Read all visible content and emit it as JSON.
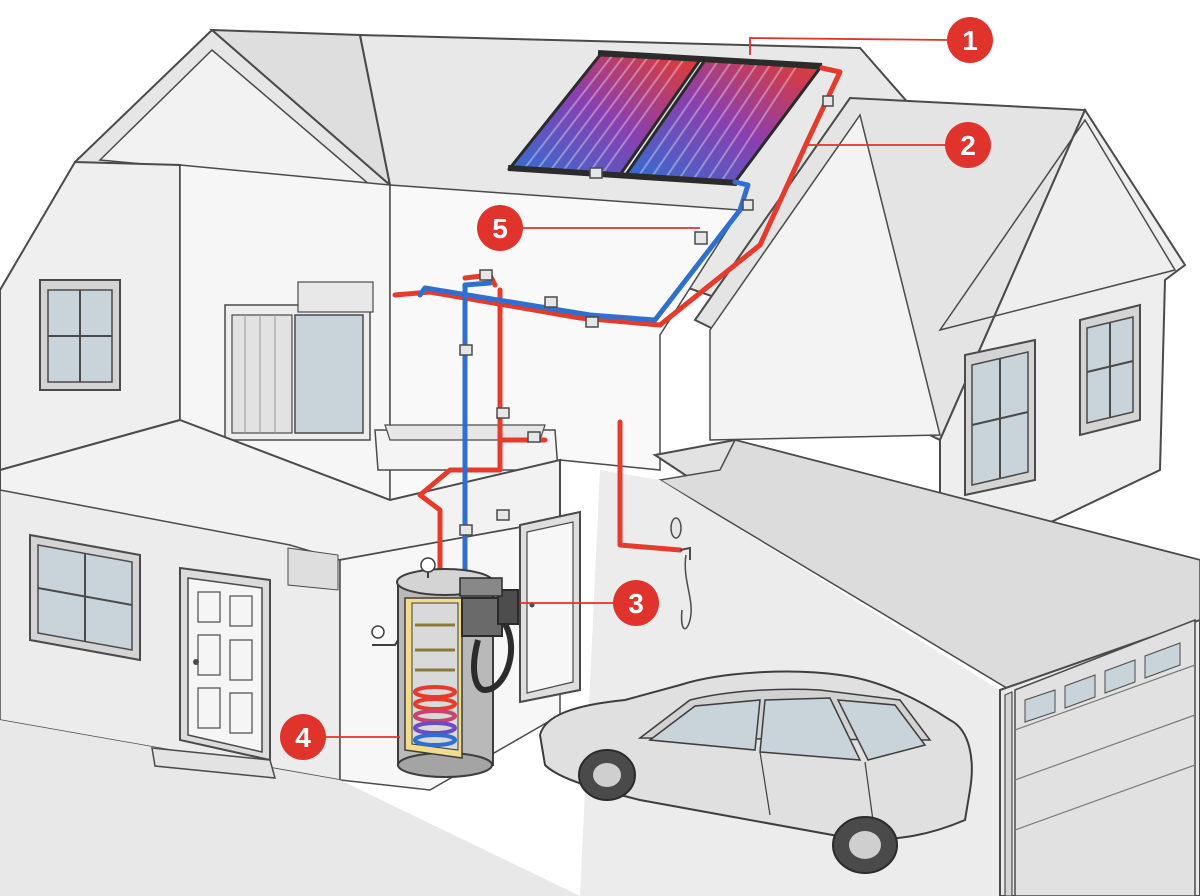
{
  "colors": {
    "hot_pipe": "#e53b2c",
    "cold_pipe": "#2f6fd0",
    "callout_badge": "#e0332b",
    "wall_light": "#f1f1f1",
    "wall_shade": "#dcdcdc",
    "roof": "#e4e4e4",
    "outline": "#4a4a4a",
    "glass": "#c9d3da"
  },
  "callouts": [
    {
      "number": "1",
      "target": "solar-collector-panels"
    },
    {
      "number": "2",
      "target": "roof-pipe-run"
    },
    {
      "number": "3",
      "target": "pump-controller-station"
    },
    {
      "number": "4",
      "target": "storage-tank-heat-exchanger"
    },
    {
      "number": "5",
      "target": "attic-pipe-fitting"
    }
  ],
  "icons": [
    "solar-panel",
    "water-tank",
    "pump-station",
    "shower-head",
    "car",
    "garage-door",
    "window",
    "door"
  ]
}
